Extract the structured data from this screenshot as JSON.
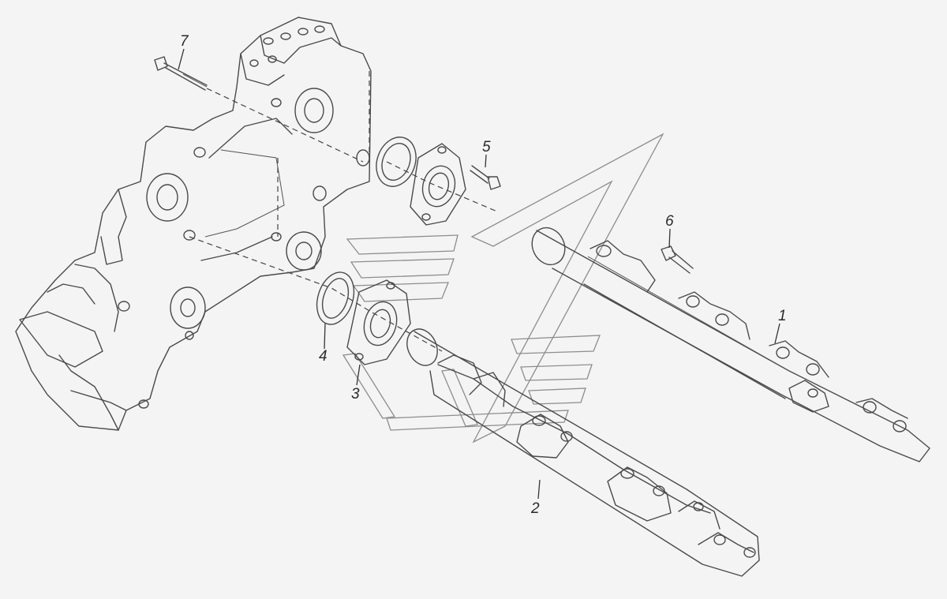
{
  "diagram": {
    "callouts": [
      {
        "id": "callout-1",
        "text": "1"
      },
      {
        "id": "callout-2",
        "text": "2"
      },
      {
        "id": "callout-3",
        "text": "3"
      },
      {
        "id": "callout-4",
        "text": "4"
      },
      {
        "id": "callout-5",
        "text": "5"
      },
      {
        "id": "callout-6",
        "text": "6"
      },
      {
        "id": "callout-7",
        "text": "7"
      }
    ]
  }
}
